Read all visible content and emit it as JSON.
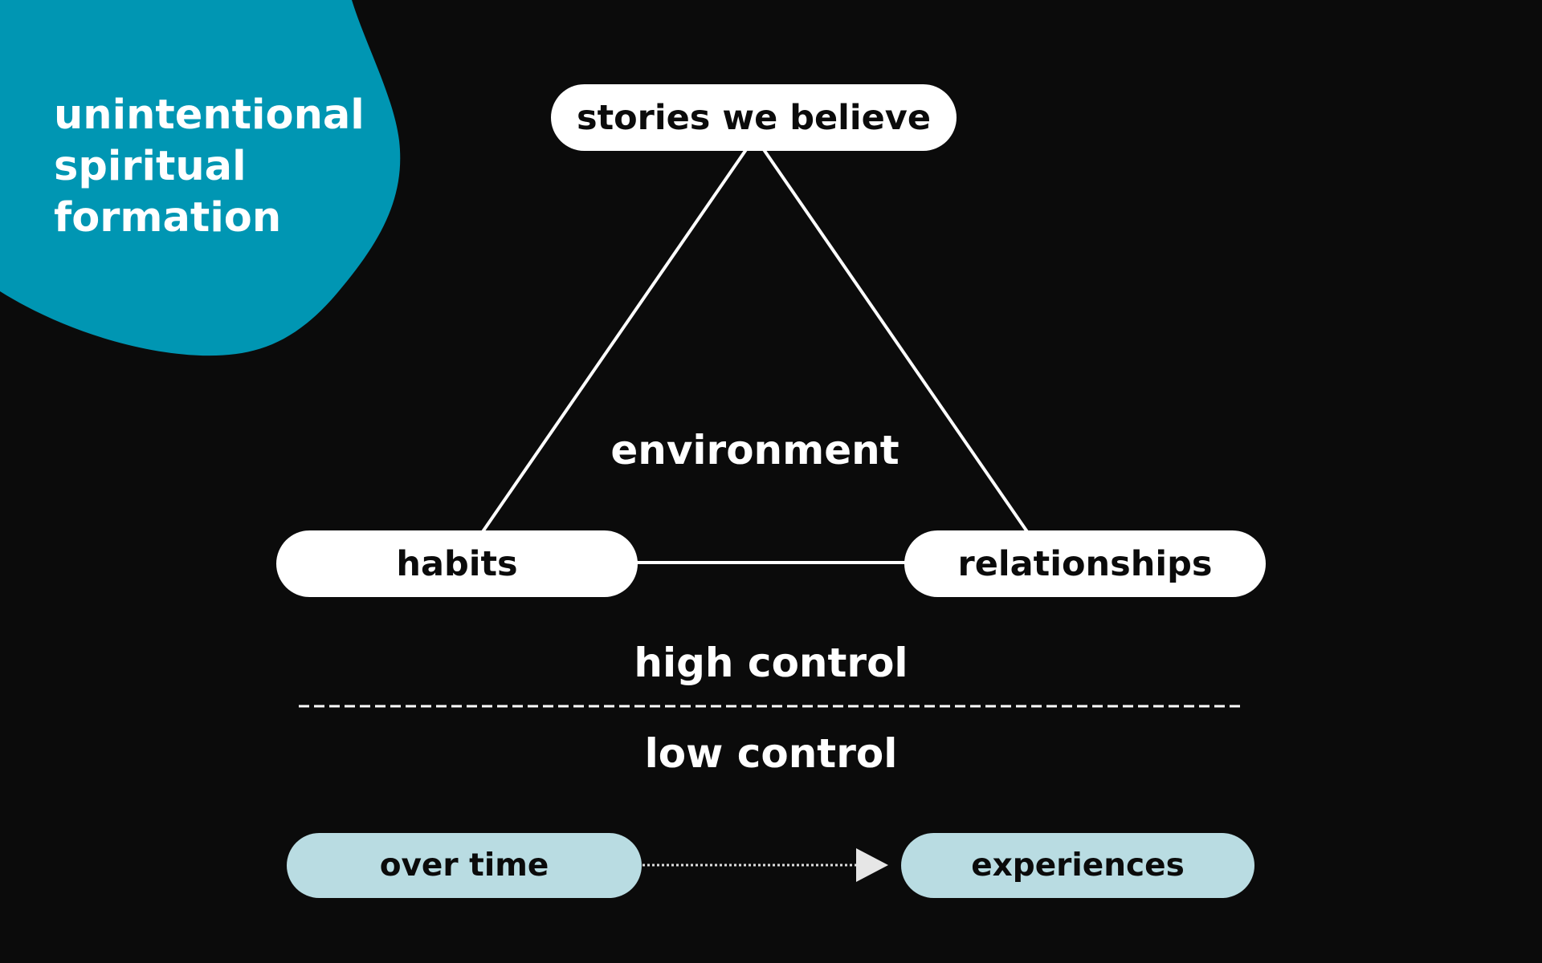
{
  "title": {
    "lines": [
      "unintentional",
      "spiritual",
      "formation"
    ]
  },
  "triangle": {
    "top_node": "stories we believe",
    "left_node": "habits",
    "right_node": "relationships",
    "center_label": "environment"
  },
  "control": {
    "high_label": "high control",
    "low_label": "low control"
  },
  "flow": {
    "start_node": "over time",
    "end_node": "experiences"
  },
  "colors": {
    "background": "#0b0b0b",
    "accent_blob": "#0096b3",
    "node_white": "#ffffff",
    "node_light_blue": "#b9dce2",
    "text_dark": "#0b0b0b",
    "text_light": "#ffffff"
  }
}
